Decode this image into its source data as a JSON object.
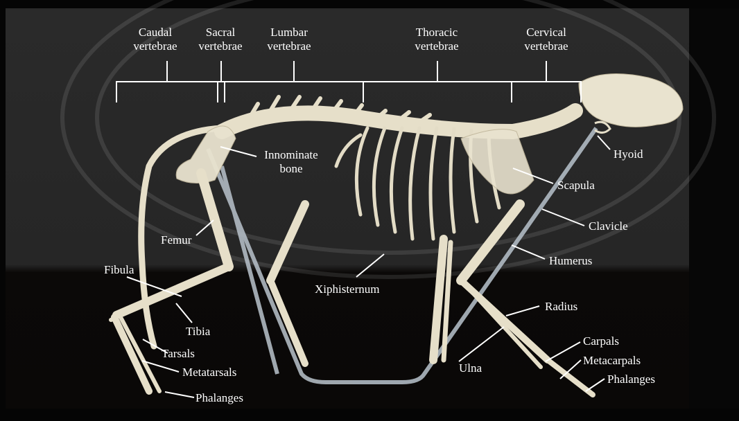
{
  "image": {
    "subject": "cat-skeleton-on-stand",
    "colors": {
      "background": "#262626",
      "bone": "#e9e3cf",
      "labels": "#ffffff",
      "stand": "#b9c3cc"
    }
  },
  "vertebrae_labels": {
    "caudal": [
      "Caudal",
      "vertebrae"
    ],
    "sacral": [
      "Sacral",
      "vertebrae"
    ],
    "lumbar": [
      "Lumbar",
      "vertebrae"
    ],
    "thoracic": [
      "Thoracic",
      "vertebrae"
    ],
    "cervical": [
      "Cervical",
      "vertebrae"
    ]
  },
  "bone_labels": {
    "innominate": [
      "Innominate",
      "bone"
    ],
    "hyoid": "Hyoid",
    "scapula": "Scapula",
    "clavicle": "Clavicle",
    "humerus": "Humerus",
    "femur": "Femur",
    "fibula": "Fibula",
    "tibia": "Tibia",
    "xiphisternum": "Xiphisternum",
    "radius": "Radius",
    "tarsals": "Tarsals",
    "metatarsals": "Metatarsals",
    "carpals": "Carpals",
    "metacarpals": "Metacarpals",
    "phalanges_hind": "Phalanges",
    "phalanges_fore": "Phalanges",
    "ulna": "Ulna"
  }
}
